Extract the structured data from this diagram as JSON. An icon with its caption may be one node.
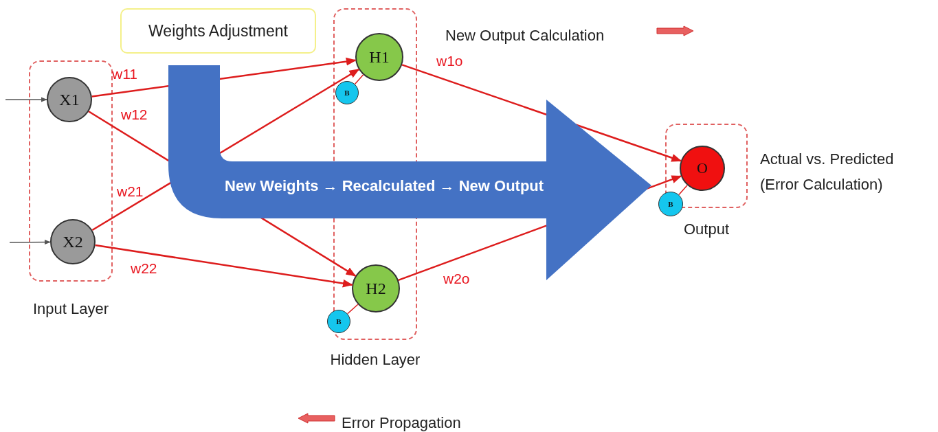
{
  "diagram": {
    "nodes": [
      {
        "text": [
          "Weights Adjustment"
        ]
      },
      {
        "text": [
          "Input Layer"
        ]
      },
      {
        "text": [
          "X1"
        ],
        "in": 1
      },
      {
        "text": [
          "X2"
        ],
        "in": 1
      },
      {
        "text": [
          "Hidden Layer"
        ]
      },
      {
        "text": [
          "H1"
        ],
        "in": 4
      },
      {
        "text": [
          "B"
        ],
        "in": 4
      },
      {
        "text": [
          "H2"
        ],
        "in": 4
      },
      {
        "text": [
          "B"
        ]
      },
      {
        "text": [
          "Output"
        ]
      },
      {
        "text": [
          "O"
        ],
        "in": 9
      },
      {
        "text": [
          "B"
        ]
      }
    ],
    "edges": [
      {
        "from": null,
        "to": 2,
        "arrow": "to",
        "color": "#555555"
      },
      {
        "from": null,
        "to": 3,
        "arrow": "to",
        "color": "#555555"
      },
      {
        "from": 2,
        "to": 5,
        "arrow": "to",
        "label": "w11"
      },
      {
        "from": 2,
        "to": 7,
        "arrow": "to",
        "label": "w12"
      },
      {
        "from": 3,
        "to": 5,
        "arrow": "to",
        "label": "w21"
      },
      {
        "from": 3,
        "to": 7,
        "arrow": "to",
        "label": "w22"
      },
      {
        "from": 5,
        "to": 10,
        "arrow": "to",
        "label": "w1o"
      },
      {
        "from": 7,
        "to": 10,
        "arrow": "to",
        "label": "w2o"
      },
      {
        "from": 6,
        "to": 5,
        "arrow": "none"
      },
      {
        "from": 8,
        "to": 7,
        "arrow": "none"
      },
      {
        "from": 11,
        "to": 10,
        "arrow": "none"
      }
    ],
    "labels": [
      "New Output Calculation",
      "New Weights → Recalculated → New Output",
      "Actual vs. Predicted (Error Calculation)",
      "Error Propagation"
    ]
  }
}
